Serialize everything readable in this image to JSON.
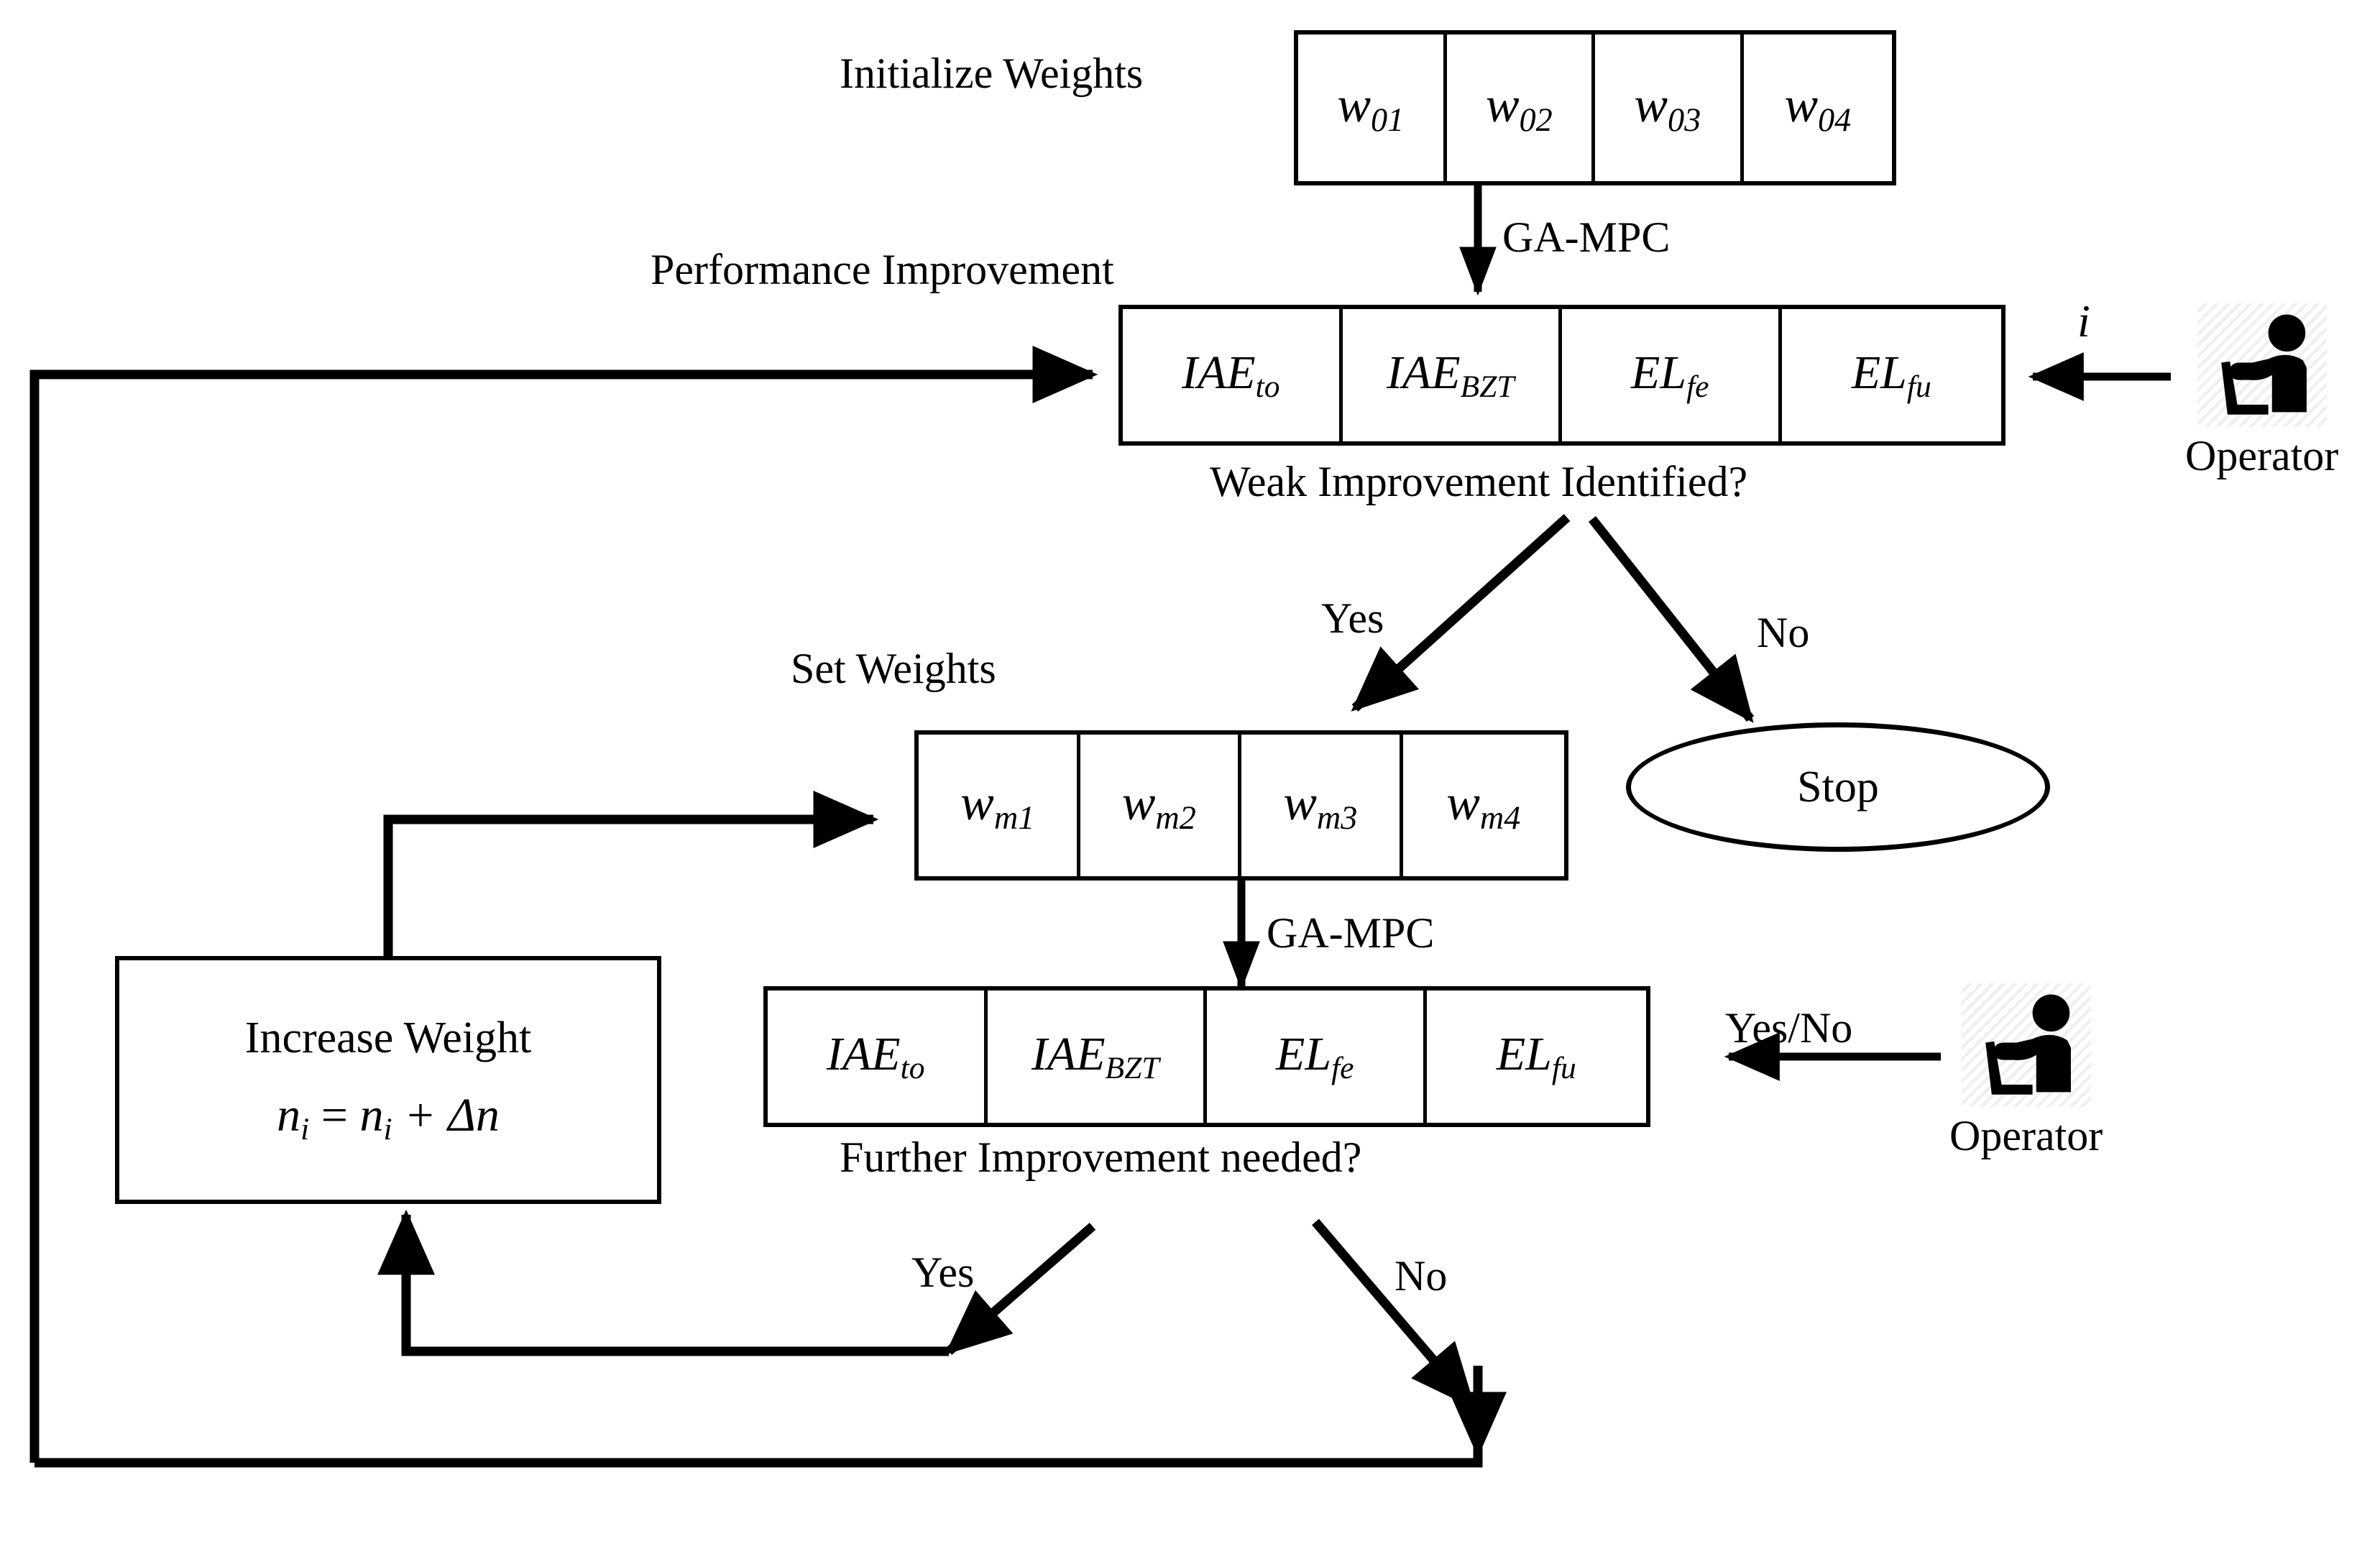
{
  "diagram": {
    "title_labels": {
      "initialize_weights": "Initialize Weights",
      "performance_improvement": "Performance Improvement",
      "set_weights": "Set Weights",
      "weak_improvement": "Weak Improvement Identified?",
      "further_improvement": "Further Improvement needed?"
    },
    "edge_labels": {
      "ga_mpc_top": "GA-MPC",
      "ga_mpc_mid": "GA-MPC",
      "yes_top": "Yes",
      "no_top": "No",
      "yes_bottom": "Yes",
      "no_bottom": "No",
      "iteration_index": "i",
      "yes_no": "Yes/No"
    },
    "initial_weights_row": {
      "name": "initial-weights-row",
      "cells": [
        {
          "base": "w",
          "sub": "01"
        },
        {
          "base": "w",
          "sub": "02"
        },
        {
          "base": "w",
          "sub": "03"
        },
        {
          "base": "w",
          "sub": "04"
        }
      ]
    },
    "set_weights_row": {
      "name": "set-weights-row",
      "cells": [
        {
          "base": "w",
          "sub": "m1"
        },
        {
          "base": "w",
          "sub": "m2"
        },
        {
          "base": "w",
          "sub": "m3"
        },
        {
          "base": "w",
          "sub": "m4"
        }
      ]
    },
    "metrics_row_top": {
      "name": "metrics-row-top",
      "cells": [
        {
          "base": "IAE",
          "sub": "to"
        },
        {
          "base": "IAE",
          "sub": "BZT"
        },
        {
          "base": "EL",
          "sub": "fe"
        },
        {
          "base": "EL",
          "sub": "fu"
        }
      ]
    },
    "metrics_row_bottom": {
      "name": "metrics-row-bottom",
      "cells": [
        {
          "base": "IAE",
          "sub": "to"
        },
        {
          "base": "IAE",
          "sub": "BZT"
        },
        {
          "base": "EL",
          "sub": "fe"
        },
        {
          "base": "EL",
          "sub": "fu"
        }
      ]
    },
    "increase_weight_box": {
      "line1": "Increase Weight",
      "line2_lhs": "n",
      "line2_lhs_sub": "i",
      "line2_eq": " = ",
      "line2_rhs": "n",
      "line2_rhs_sub": "i",
      "line2_tail": " + Δn"
    },
    "stop_node": {
      "label": "Stop"
    },
    "operators": [
      {
        "caption": "Operator",
        "icon": "operator-at-desk-icon"
      },
      {
        "caption": "Operator",
        "icon": "operator-at-desk-icon"
      }
    ],
    "colors": {
      "stroke": "#000000",
      "background": "#ffffff",
      "hatch": "#efefef"
    }
  }
}
